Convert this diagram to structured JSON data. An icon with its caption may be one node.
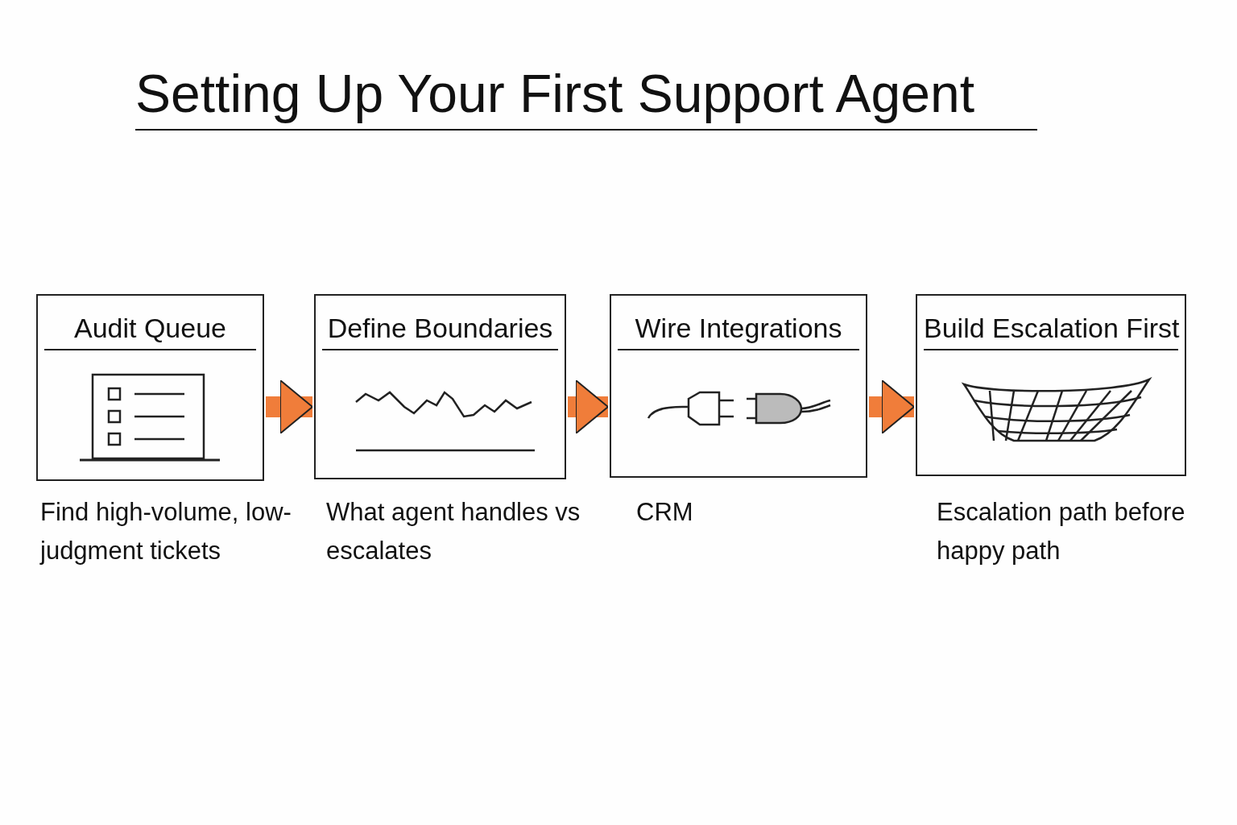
{
  "diagram": {
    "title": "Setting Up Your First Support Agent",
    "nodes": [
      {
        "text": [
          "Audit Queue"
        ],
        "beside": [
          "Find high-volume, low-judgment tickets"
        ]
      },
      {
        "text": [
          "Define Boundaries"
        ],
        "beside": [
          "What agent handles vs escalates"
        ]
      },
      {
        "text": [
          "Wire Integrations"
        ],
        "beside": [
          "CRM"
        ]
      },
      {
        "text": [
          "Build Escalation First"
        ],
        "beside": [
          "Escalation path before happy path"
        ]
      }
    ],
    "edges": [
      {
        "from": 0,
        "to": 1,
        "arrow": "to"
      },
      {
        "from": 1,
        "to": 2,
        "arrow": "to"
      },
      {
        "from": 2,
        "to": 3,
        "arrow": "to"
      }
    ]
  }
}
